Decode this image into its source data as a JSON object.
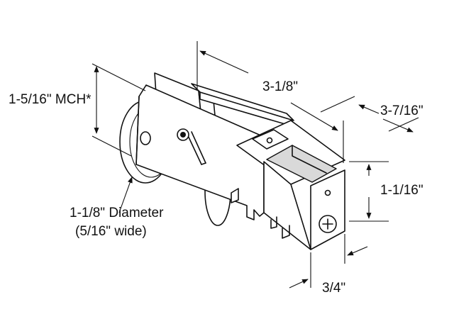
{
  "diagram": {
    "labels": {
      "mch": "1-5/16\" MCH*",
      "length": "3-1/8\"",
      "depth": "3-7/16\"",
      "height": "1-1/16\"",
      "width": "3/4\"",
      "wheel_diameter": "1-1/8\" Diameter",
      "wheel_width": "(5/16\" wide)"
    }
  }
}
